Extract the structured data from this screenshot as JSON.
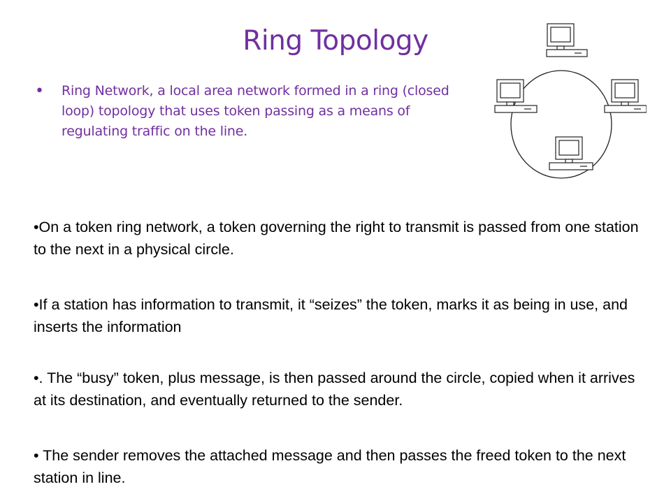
{
  "slide": {
    "title": "Ring Topology",
    "intro_bullet": "Ring Network, a local area network formed in a ring (closed loop) topology that uses token passing as a means of regulating traffic on the line.",
    "paragraphs": [
      "•On a token ring network, a token governing the right to transmit is passed from one station to the next in a physical circle.",
      "•If a station has information to transmit, it “seizes” the token, marks it as being in use, and inserts the information",
      "•. The “busy” token, plus message, is then passed around the circle, copied when it arrives at its destination, and eventually returned to the sender.",
      "• The sender removes the attached message and then passes the freed token to the next station in line."
    ]
  },
  "colors": {
    "title": "#7030a0",
    "intro_text": "#7030a0",
    "body_text": "#000000",
    "diagram_stroke": "#000000"
  },
  "diagram": {
    "type": "ring-topology",
    "station_count": 4,
    "station_icon": "desktop-computer-icon"
  }
}
